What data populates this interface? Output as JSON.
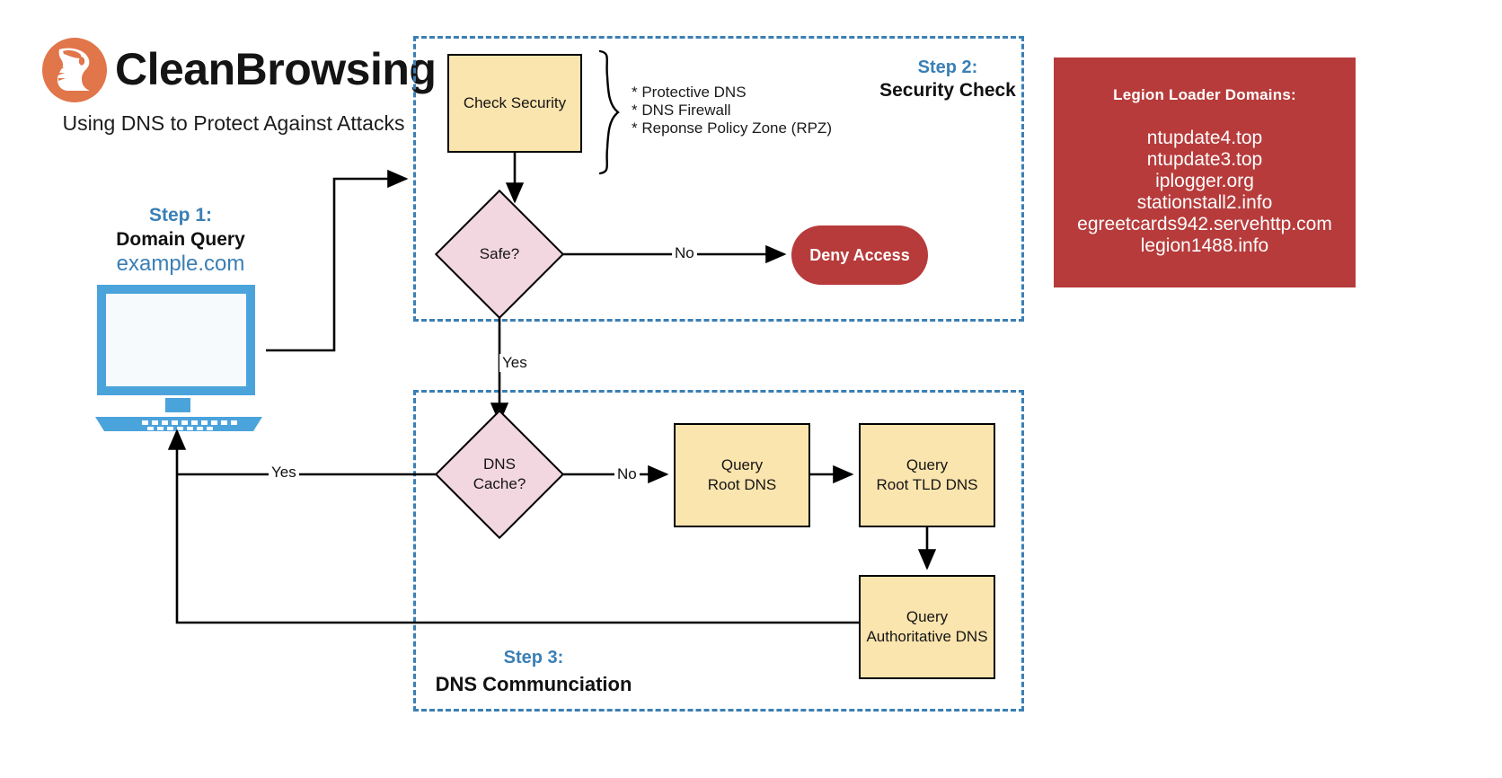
{
  "brand": {
    "wordmark": "CleanBrowsing",
    "tagline": "Using DNS to Protect Against Attacks",
    "logo_icon": "fox-head-circle-icon",
    "logo_color": "#E0764A"
  },
  "colors": {
    "accent_blue": "#3A7FB5",
    "node_yellow": "#FBE5AE",
    "node_pink": "#F2D7E0",
    "danger_red": "#B73B3B",
    "computer_blue": "#4BA3DC",
    "line_black": "#000000"
  },
  "steps": {
    "step1": {
      "kicker": "Step 1:",
      "title": "Domain Query",
      "domain": "example.com"
    },
    "step2": {
      "kicker": "Step 2:",
      "title": "Security Check"
    },
    "step3": {
      "kicker": "Step 3:",
      "title": "DNS Communciation"
    }
  },
  "flow": {
    "check_security": "Check Security",
    "safe_decision": "Safe?",
    "deny_access": "Deny Access",
    "dns_cache_decision_line1": "DNS",
    "dns_cache_decision_line2": "Cache?",
    "query_root_line1": "Query",
    "query_root_line2": "Root DNS",
    "query_tld_line1": "Query",
    "query_tld_line2": "Root TLD DNS",
    "query_auth_line1": "Query",
    "query_auth_line2": "Authoritative DNS"
  },
  "security_features": [
    "* Protective DNS",
    "* DNS Firewall",
    "* Reponse Policy Zone (RPZ)"
  ],
  "edge_labels": {
    "no_safe": "No",
    "yes_safe": "Yes",
    "no_cache": "No",
    "yes_cache": "Yes"
  },
  "legion_panel": {
    "title": "Legion Loader Domains:",
    "domains": [
      "ntupdate4.top",
      "ntupdate3.top",
      "iplogger.org",
      "stationstall2.info",
      "egreetcards942.servehttp.com",
      "legion1488.info"
    ]
  }
}
